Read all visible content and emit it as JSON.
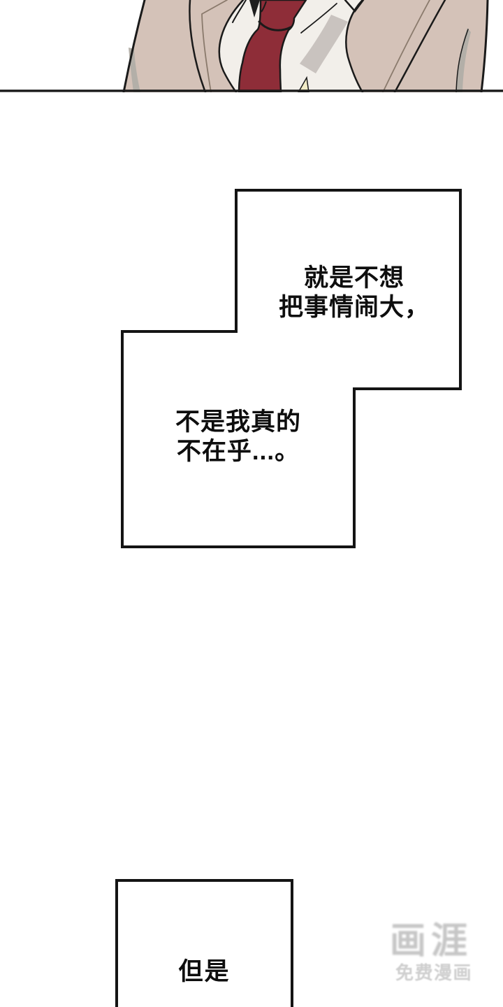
{
  "bubbles": {
    "bubble1": {
      "text1_line1": "就是不想",
      "text1_line2": "把事情闹大，",
      "text2_line1": "不是我真的",
      "text2_line2": "不在乎...。"
    },
    "bubble2": {
      "line1": "但是"
    }
  },
  "watermark": {
    "logo": "画涯",
    "subtitle": "免费漫画"
  },
  "artwork": {
    "colors": {
      "jacket": "#d4c2b8",
      "jacket-shadow": "#b3afa8",
      "shirt": "#f2efea",
      "shirt-shadow": "#c9c3bf",
      "tie": "#8e2d38",
      "vest-peek": "#f2ecc7",
      "outline": "#1a1a1a",
      "crease-brown": "#8a7a6c",
      "watermark": "#c6c6c6"
    }
  }
}
